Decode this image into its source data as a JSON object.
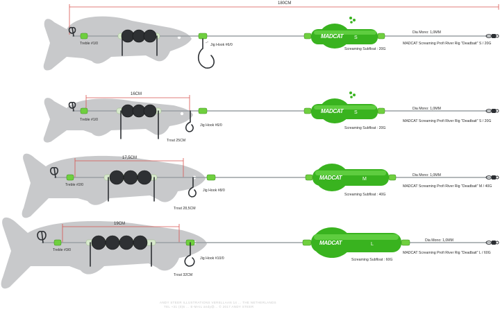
{
  "rigs": [
    {
      "id": "rig1",
      "length": "180CM",
      "treble": "Treble #1/0",
      "jig": "Jig Hook #6/0",
      "subfloat": "Screaming Subfloat : 20G",
      "mono": "Dia Mono: 1,0MM",
      "product": "MADCAT Screaming Profi River Rig \"Deadbait\" S / 20G",
      "float_brand": "MADCAT",
      "float_size": "S",
      "trout": ""
    },
    {
      "id": "rig2",
      "length": "16CM",
      "treble": "Treble #1/0",
      "jig": "Jig Hook #6/0",
      "subfloat": "Screaming Subfloat : 20G",
      "mono": "Dia Mono: 1,0MM",
      "product": "MADCAT Screaming Profi River Rig \"Deadbait\" S / 20G",
      "float_brand": "MADCAT",
      "float_size": "S",
      "trout": "Trout 25CM"
    },
    {
      "id": "rig3",
      "length": "17,5CM",
      "treble": "Treble #2/0",
      "jig": "Jig Hook #8/0",
      "subfloat": "Screaming Subfloat : 40G",
      "mono": "Dia Mono: 1,0MM",
      "product": "MADCAT Screaming Profi River Rig \"Deadbait\" M / 40G",
      "float_brand": "MADCAT",
      "float_size": "M",
      "trout": "Trout 28,5CM"
    },
    {
      "id": "rig4",
      "length": "19CM",
      "treble": "Treble #3/0",
      "jig": "Jig Hook #10/0",
      "subfloat": "Screaming Subfloat : 60G",
      "mono": "Dia Mono: 1,0MM",
      "product": "MADCAT Screaming Profi River Rig \"Deadbait\" L / 60G",
      "float_brand": "MADCAT",
      "float_size": "L",
      "trout": "Trout 32CM"
    }
  ],
  "footer": {
    "line1": "ANDY STEER ILLUSTRATIONS  VERELLAAN 14  ...  THE NETHERLANDS",
    "line2": "TEL +31 (0)6 ...  E-MAIL andy@...  © 2017 ANDY STEER"
  },
  "colors": {
    "float_green": "#39b31f",
    "bead_green": "#6fcf3f",
    "fish_grey": "#c8c9cb",
    "dimension_red": "#d9534f"
  }
}
